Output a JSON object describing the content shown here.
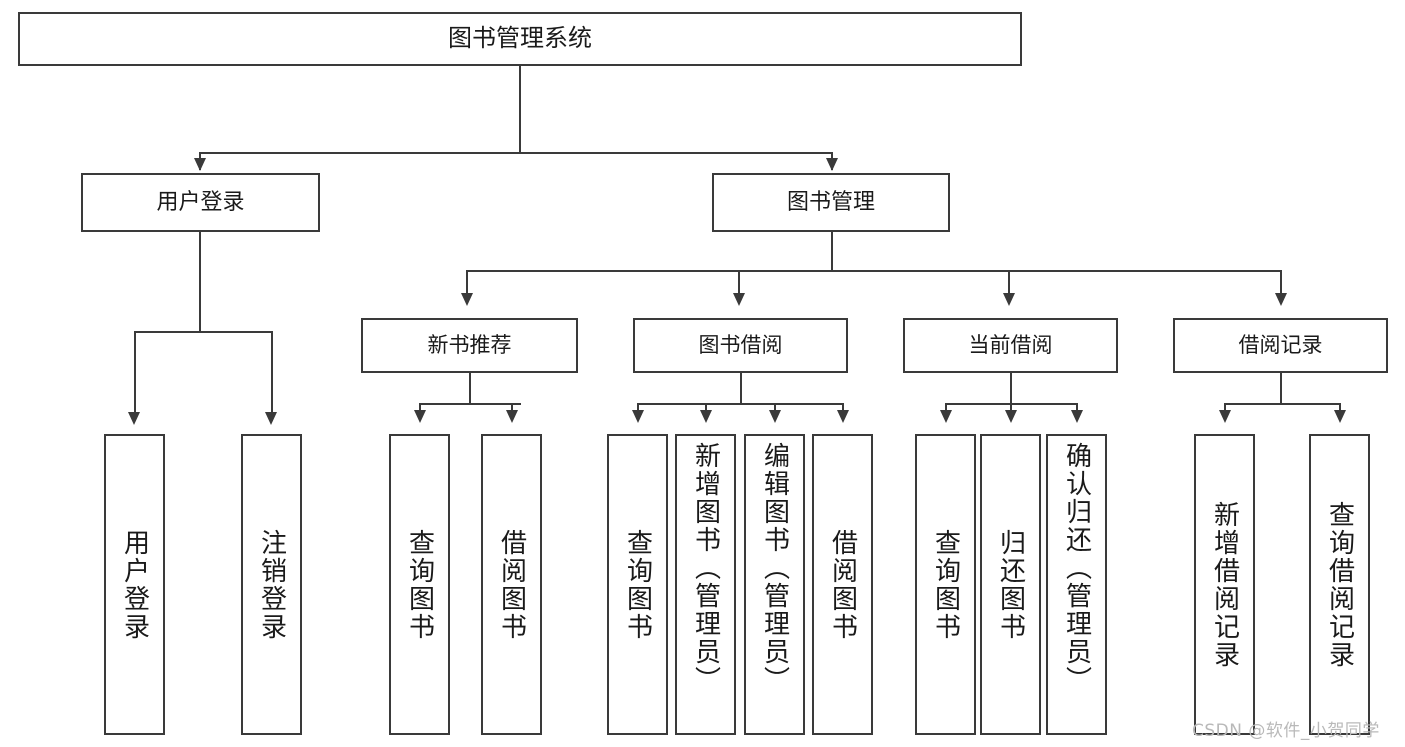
{
  "diagram": {
    "type": "tree-hierarchy",
    "root": {
      "label": "图书管理系统"
    },
    "level1": [
      {
        "label": "用户登录"
      },
      {
        "label": "图书管理"
      }
    ],
    "level2": [
      {
        "label": "新书推荐"
      },
      {
        "label": "图书借阅"
      },
      {
        "label": "当前借阅"
      },
      {
        "label": "借阅记录"
      }
    ],
    "leaves": {
      "user_login": [
        {
          "label": "用户登录"
        },
        {
          "label": "注销登录"
        }
      ],
      "new_book_recommend": [
        {
          "label": "查询图书"
        },
        {
          "label": "借阅图书"
        }
      ],
      "book_borrow": [
        {
          "label": "查询图书"
        },
        {
          "label": "新增图书（管理员）"
        },
        {
          "label": "编辑图书（管理员）"
        },
        {
          "label": "借阅图书"
        }
      ],
      "current_borrow": [
        {
          "label": "查询图书"
        },
        {
          "label": "归还图书"
        },
        {
          "label": "确认归还（管理员）"
        }
      ],
      "borrow_records": [
        {
          "label": "新增借阅记录"
        },
        {
          "label": "查询借阅记录"
        }
      ]
    }
  },
  "watermark": {
    "text": "CSDN @软件_小贺同学"
  },
  "colors": {
    "stroke": "#3a3a3a",
    "fill": "#ffffff",
    "text": "#1a1a1a",
    "watermark": "#b9b9b9"
  }
}
